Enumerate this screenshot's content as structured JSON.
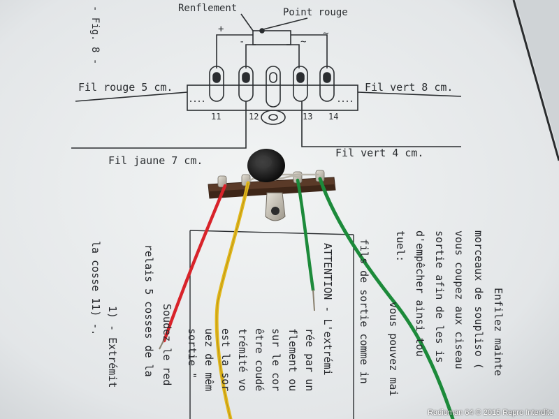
{
  "diagram": {
    "figure": "- Fig. 8 -",
    "renflement": "Renflement",
    "point_rouge": "Point rouge",
    "fil_rouge": "Fil rouge 5 cm.",
    "fil_vert_8": "Fil vert 8 cm.",
    "fil_jaune": "Fil jaune 7 cm.",
    "fil_vert_4": "Fil vert 4 cm.",
    "pins": [
      "11",
      "12",
      "13",
      "14"
    ],
    "plus": "+",
    "minus": "-",
    "ac": "~"
  },
  "page_text": {
    "right_lines": [
      "Enfilez mainte",
      "morceaux de souplisо (",
      "vous coupez aux ciseau",
      "sortie afin de les is",
      "d'empêcher ainsi tou",
      "tuel:"
    ],
    "box_lines": [
      "ATTENTION - L'extrémi",
      "rée par un",
      "flement ou",
      "sur le cor",
      "être coudé",
      "trémité vo",
      "est la sor",
      "uez de mêm",
      "sortie \""
    ],
    "middle_lines": [
      "fils de sortie comme in",
      "vous pouvez mai"
    ],
    "left_lines": [
      "Soudez le red",
      "relais 5 cosses de la",
      "1) - Extrémit",
      "la cosse 11) -."
    ]
  },
  "watermark": "Radioman 64 © 2015 Repro Interdite",
  "colors": {
    "paper": "#e8ebec",
    "ink": "#2a2d30",
    "wire_red": "#d8232a",
    "wire_yellow": "#e2b81c",
    "wire_green": "#1c8a3a",
    "strip": "#5a3a28",
    "metal": "#c9c4b8"
  }
}
